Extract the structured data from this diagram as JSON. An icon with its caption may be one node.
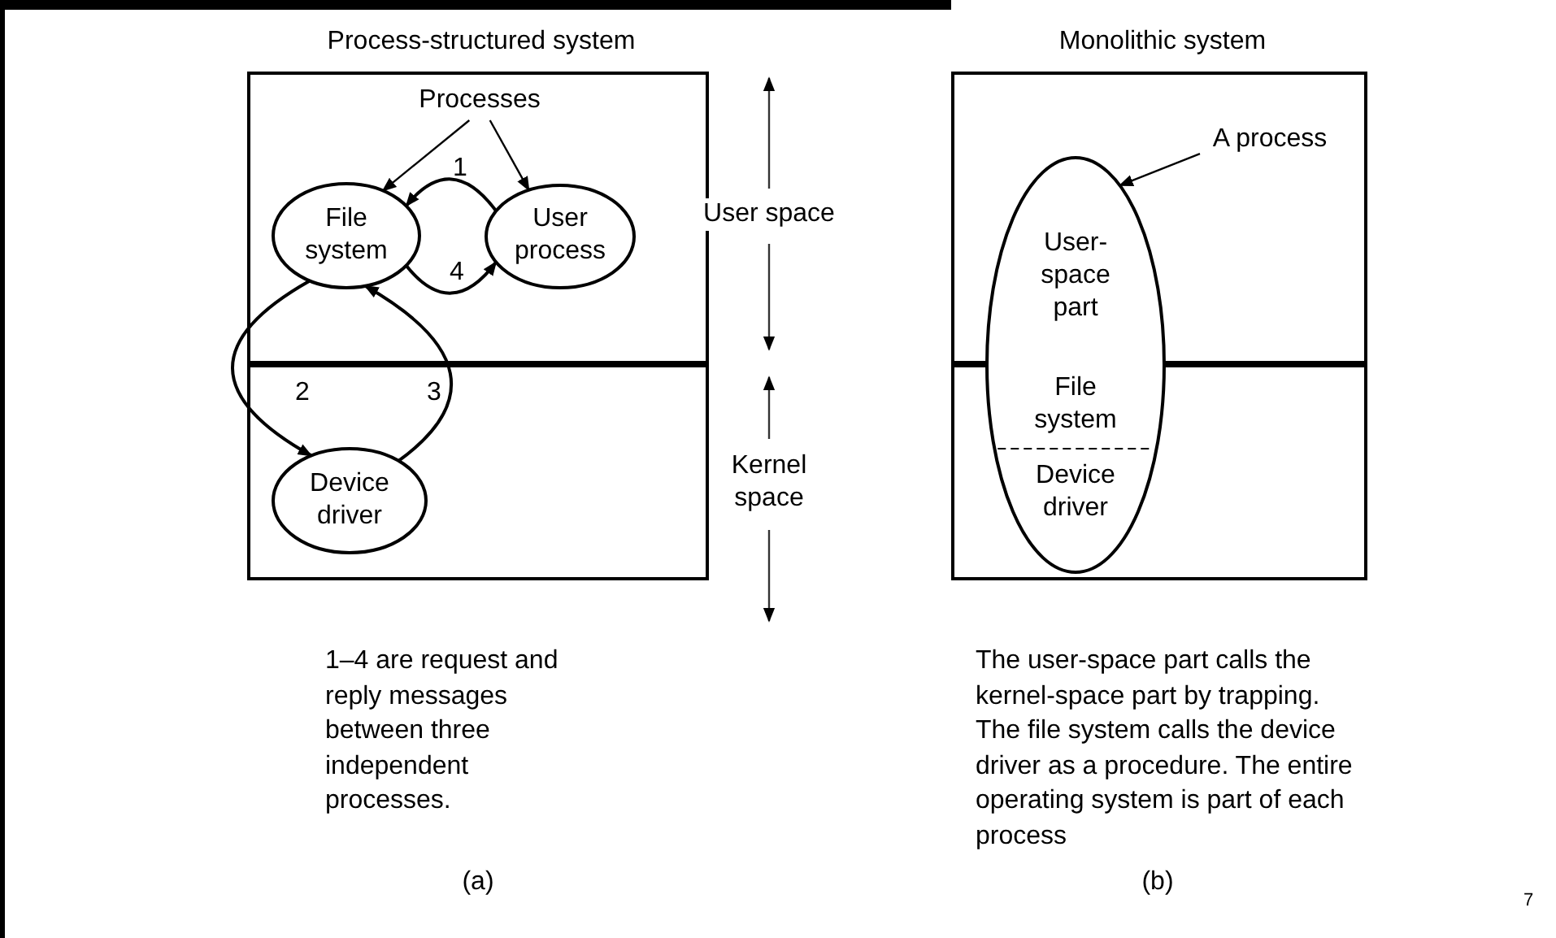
{
  "diagram": {
    "nodes": [
      {
        "text": [
          "Process-structured system"
        ]
      },
      {
        "text": [
          "Processes"
        ],
        "in": 0
      },
      {
        "text": [
          "File system"
        ],
        "in": 0
      },
      {
        "text": [
          "User process"
        ],
        "in": 0
      },
      {
        "text": [
          "Device driver"
        ],
        "in": 0
      },
      {
        "text": [
          "Monolithic system"
        ]
      },
      {
        "text": [
          "User-space part",
          "File system",
          "Device driver"
        ],
        "in": 5
      },
      {
        "text": [
          "A process"
        ],
        "in": 5
      }
    ],
    "edges": [
      {
        "from": 1,
        "to": 2,
        "arrow": "to"
      },
      {
        "from": 1,
        "to": 3,
        "arrow": "to"
      },
      {
        "from": 3,
        "to": 2,
        "arrow": "to",
        "label": "1"
      },
      {
        "from": 2,
        "to": 3,
        "arrow": "to",
        "label": "4"
      },
      {
        "from": 2,
        "to": 4,
        "arrow": "to",
        "label": "2"
      },
      {
        "from": 4,
        "to": 2,
        "arrow": "to",
        "label": "3"
      },
      {
        "from": 7,
        "to": 6,
        "arrow": "to"
      }
    ],
    "labels": [
      "User space",
      "Kernel space",
      "1–4 are request and reply messages between three independent processes.",
      "The user-space part calls the kernel-space part by trapping. The file system calls the device driver as a procedure. The entire operating system is part of each process",
      "(a)",
      "(b)",
      "7"
    ]
  }
}
